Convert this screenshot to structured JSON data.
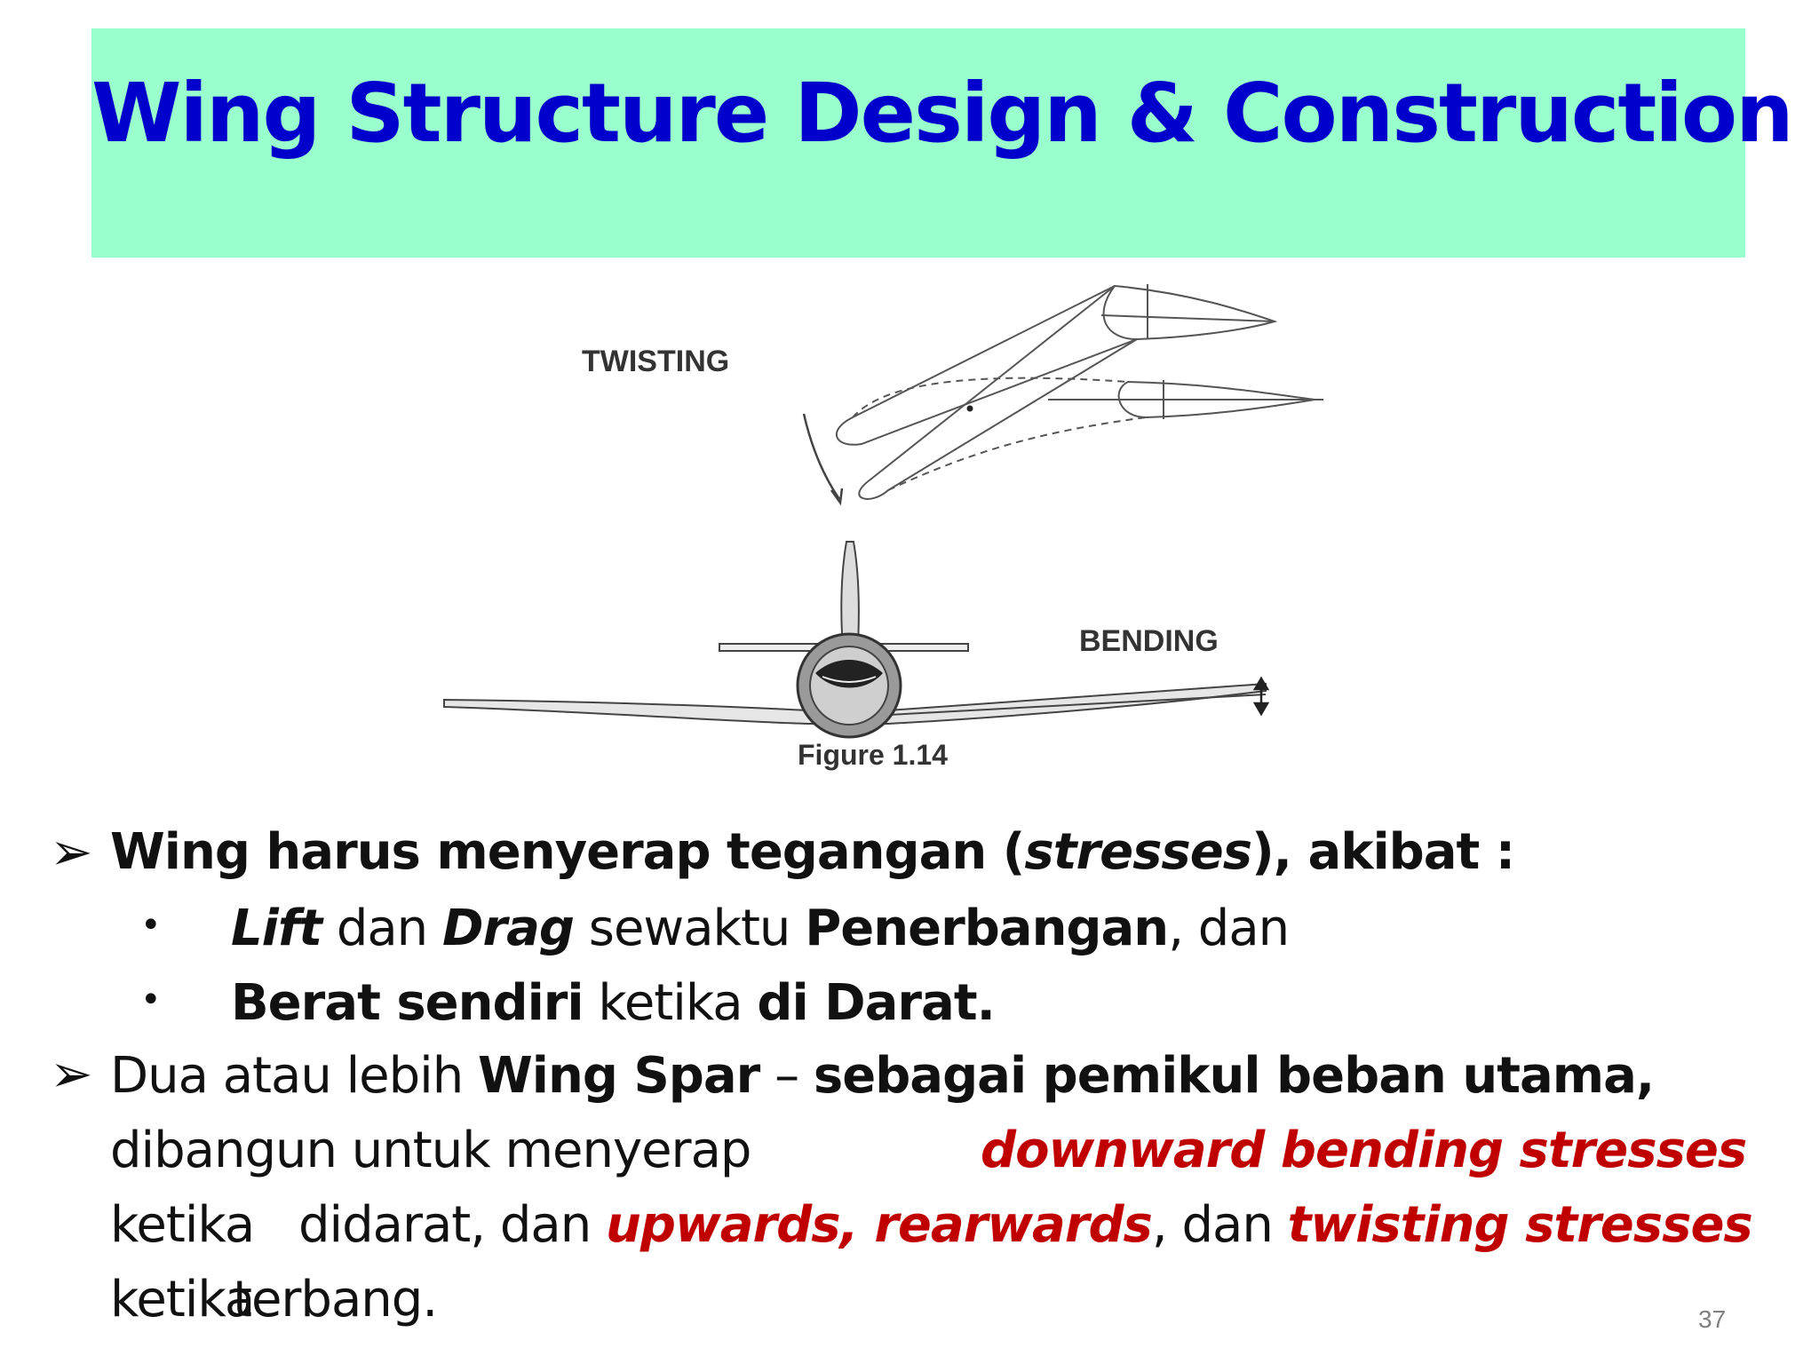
{
  "slide": {
    "title": "Wing Structure Design & Construction",
    "page_number": "37"
  },
  "figure": {
    "label_twisting": "TWISTING",
    "label_bending": "BENDING",
    "caption": "Figure 1.14"
  },
  "content": {
    "b1": {
      "p1": "Wing harus menyerap tegangan (",
      "p2": "stresses",
      "p3": "), akibat :"
    },
    "s1": {
      "p1": "Lift",
      "p2": " dan ",
      "p3": "Drag",
      "p4": " sewaktu ",
      "p5": "Penerbangan",
      "p6": ", dan"
    },
    "s2": {
      "p1": "Berat sendiri",
      "p2": " ketika ",
      "p3": "di Darat."
    },
    "b2": {
      "l1p1": "Dua atau lebih ",
      "l1p2": "Wing Spar",
      "l1p3": " – ",
      "l1p4": "sebagai pemikul beban utama,",
      "l2p1": "dibangun untuk menyerap",
      "l2p2": "downward bending stresses",
      "l3p1": "ketika",
      "l3p2": "didarat, dan ",
      "l3p3": "upwards, rearwards",
      "l3p4": ", dan ",
      "l3p5": "twisting stresses",
      "l4p1": "ketika",
      "l4p2": "terbang."
    }
  }
}
